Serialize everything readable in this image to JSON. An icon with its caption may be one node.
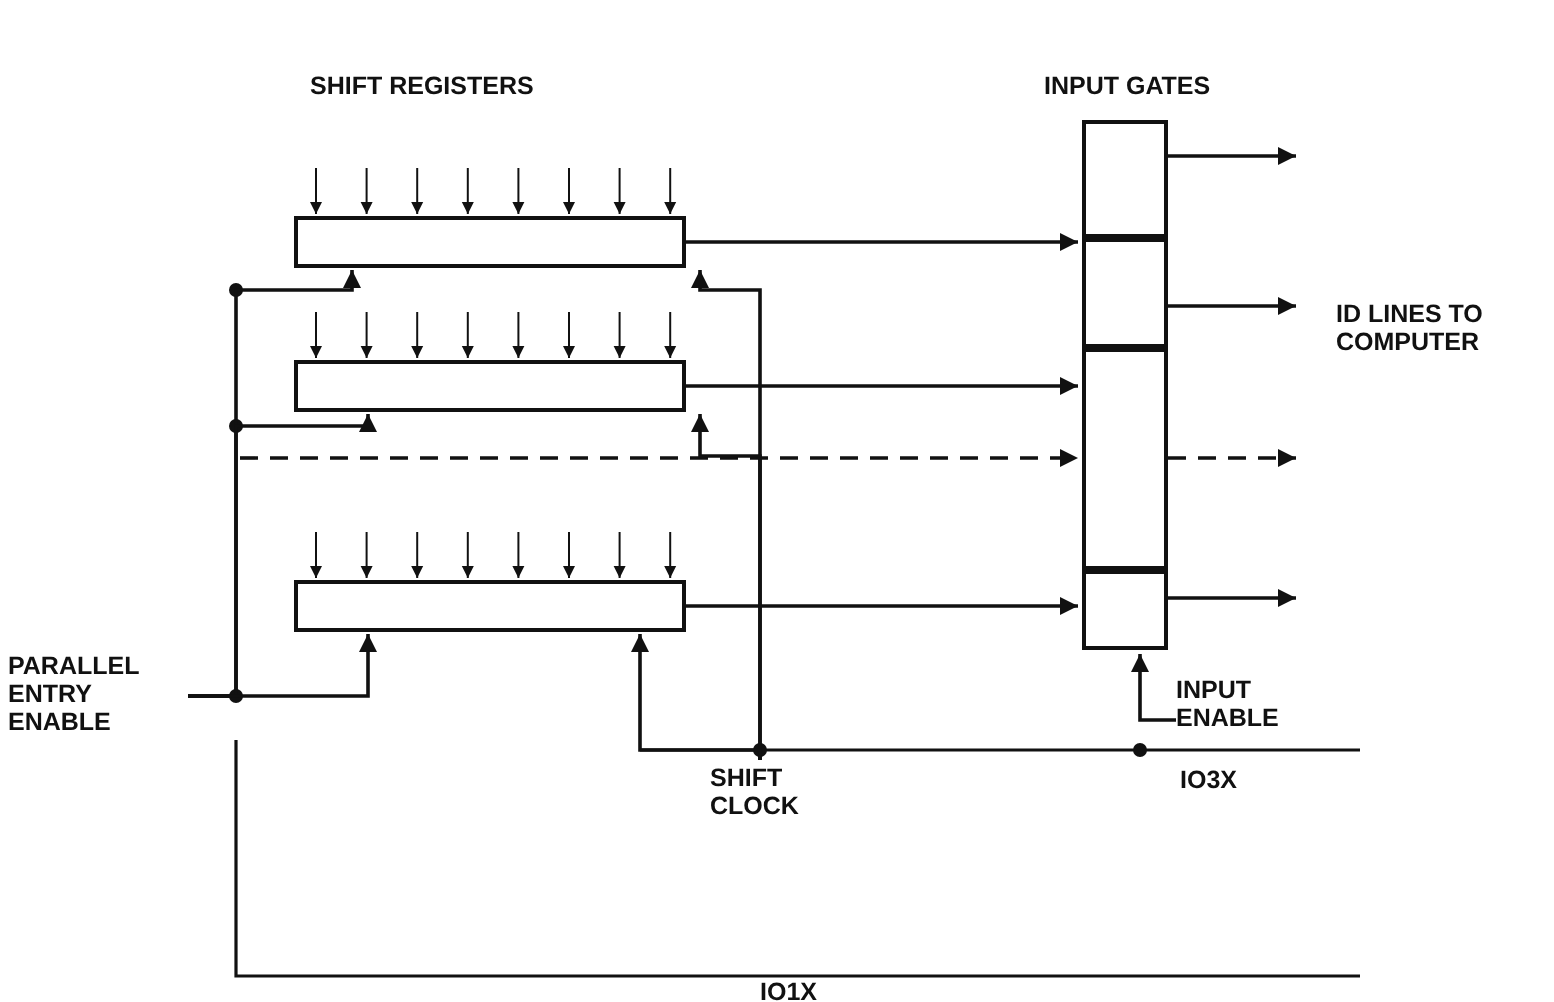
{
  "diagram": {
    "nodes": [
      {
        "text": [],
        "shape": "box"
      },
      {
        "text": [],
        "shape": "box"
      },
      {
        "text": [],
        "shape": "box"
      },
      {
        "text": [],
        "shape": "box"
      },
      {
        "text": [],
        "shape": "box"
      },
      {
        "text": [],
        "shape": "box"
      },
      {
        "text": [],
        "shape": "box"
      },
      {
        "text": [
          "PARALLEL ENTRY ENABLE"
        ]
      },
      {
        "text": [
          "SHIFT CLOCK"
        ]
      },
      {
        "text": [
          "INPUT ENABLE"
        ]
      }
    ],
    "edges": [
      {
        "from": 0,
        "to": 3,
        "arrow": "to"
      },
      {
        "from": 1,
        "to": 4,
        "arrow": "to"
      },
      {
        "from": null,
        "to": 5,
        "arrow": "to",
        "style": "dashed"
      },
      {
        "from": 2,
        "to": 6,
        "arrow": "to"
      },
      {
        "from": 3,
        "to": null,
        "arrow": "to"
      },
      {
        "from": 4,
        "to": null,
        "arrow": "to"
      },
      {
        "from": 5,
        "to": null,
        "arrow": "to",
        "style": "dashed"
      },
      {
        "from": 6,
        "to": null,
        "arrow": "to"
      },
      {
        "from": 7,
        "to": 0,
        "arrow": "to"
      },
      {
        "from": 7,
        "to": 1,
        "arrow": "to"
      },
      {
        "from": 7,
        "to": 2,
        "arrow": "to"
      },
      {
        "from": 8,
        "to": 0,
        "arrow": "to"
      },
      {
        "from": 8,
        "to": 1,
        "arrow": "to"
      },
      {
        "from": 8,
        "to": 2,
        "arrow": "to"
      },
      {
        "from": 9,
        "to": 6,
        "arrow": "to"
      },
      {
        "from": null,
        "to": 0,
        "arrow": "to"
      },
      {
        "from": null,
        "to": 0,
        "arrow": "to"
      },
      {
        "from": null,
        "to": 0,
        "arrow": "to"
      },
      {
        "from": null,
        "to": 0,
        "arrow": "to"
      },
      {
        "from": null,
        "to": 0,
        "arrow": "to"
      },
      {
        "from": null,
        "to": 0,
        "arrow": "to"
      },
      {
        "from": null,
        "to": 0,
        "arrow": "to"
      },
      {
        "from": null,
        "to": 0,
        "arrow": "to"
      },
      {
        "from": null,
        "to": 1,
        "arrow": "to"
      },
      {
        "from": null,
        "to": 1,
        "arrow": "to"
      },
      {
        "from": null,
        "to": 1,
        "arrow": "to"
      },
      {
        "from": null,
        "to": 1,
        "arrow": "to"
      },
      {
        "from": null,
        "to": 1,
        "arrow": "to"
      },
      {
        "from": null,
        "to": 1,
        "arrow": "to"
      },
      {
        "from": null,
        "to": 1,
        "arrow": "to"
      },
      {
        "from": null,
        "to": 1,
        "arrow": "to"
      },
      {
        "from": null,
        "to": 2,
        "arrow": "to"
      },
      {
        "from": null,
        "to": 2,
        "arrow": "to"
      },
      {
        "from": null,
        "to": 2,
        "arrow": "to"
      },
      {
        "from": null,
        "to": 2,
        "arrow": "to"
      },
      {
        "from": null,
        "to": 2,
        "arrow": "to"
      },
      {
        "from": null,
        "to": 2,
        "arrow": "to"
      },
      {
        "from": null,
        "to": 2,
        "arrow": "to"
      },
      {
        "from": null,
        "to": 2,
        "arrow": "to"
      }
    ],
    "labels": [
      "SHIFT REGISTERS",
      "INPUT GATES",
      "ID LINES TO COMPUTER",
      "IO3X",
      "IO1X"
    ]
  }
}
